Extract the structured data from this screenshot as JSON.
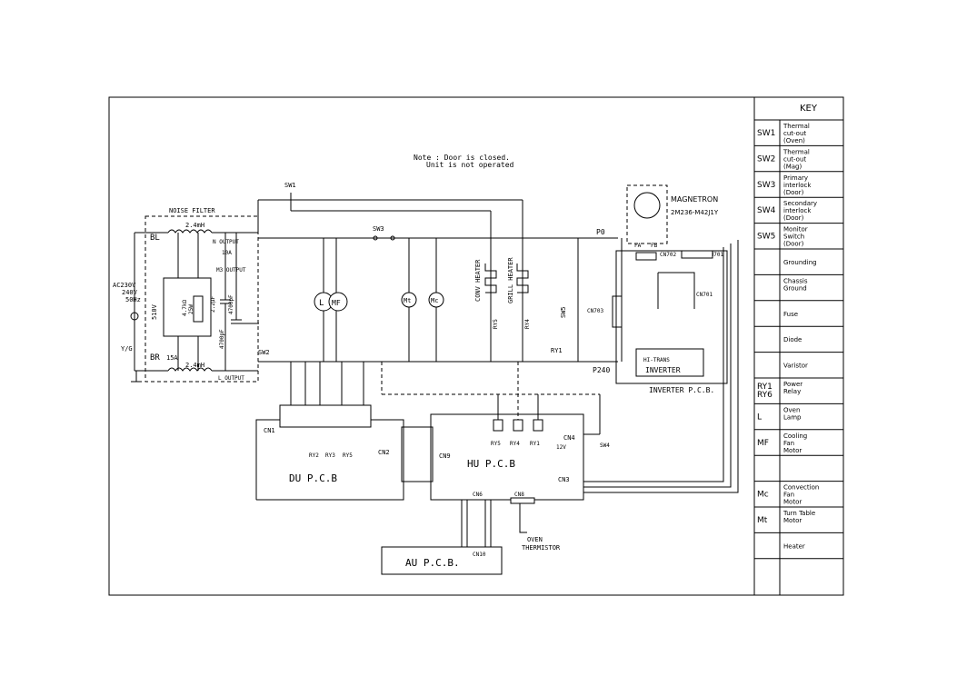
{
  "note": {
    "line1": "Note : Door is closed.",
    "line2": "Unit is not operated"
  },
  "labels": {
    "noise_filter": "NOISE FILTER",
    "l24_top": "2.4mH",
    "l24_bot": "2.4mH",
    "bl": "BL",
    "br": "BR",
    "fuse15": "15A",
    "n_output": "N OUTPUT",
    "fuse10": "10A",
    "m3_output": "M3 OUTPUT",
    "l_output": "L OUTPUT",
    "ac": "AC230V",
    "ac2": "240V",
    "ac3": "50Hz",
    "yg": "Y/G",
    "c510": "510V",
    "r47": "4.7kΩ",
    "r25": "25W",
    "c22": "2.2μF",
    "c4700": "4700pF",
    "c4700b": "4700pF",
    "sw1": "SW1",
    "sw2": "SW2",
    "sw3": "SW3",
    "sw5": "SW5",
    "p0": "P0",
    "p240": "P240",
    "conv_heater": "CONV HEATER",
    "grill_heater": "GRILL HEATER",
    "ry5": "RY5",
    "ry4": "RY4",
    "ry1": "RY1",
    "cn703": "CN703",
    "magnetron": "MAGNETRON",
    "mag_model": "2M236-M42J1Y",
    "fa": "FA",
    "fb": "FB",
    "cn702": "CN702",
    "cn701": "CN701",
    "cn701b": "CN701",
    "hv_inverter": "INVERTER",
    "hv_inverter_top": "HI-TRANS",
    "inverter_pcb": "INVERTER P.C.B.",
    "cn1": "CN1",
    "ry2": "RY2",
    "ry3": "RY3",
    "ry5b": "RY5",
    "du_pcb": "DU P.C.B",
    "cn2": "CN2",
    "cn9": "CN9",
    "hu_pcb": "HU P.C.B",
    "ry5c": "RY5",
    "ry4b": "RY4",
    "ry1b": "RY1",
    "cn4": "CN4",
    "v12": "12V",
    "cn3": "CN3",
    "sw4": "SW4",
    "cn6": "CN6",
    "cn8": "CN8",
    "oven_therm1": "OVEN",
    "oven_therm2": "THERMISTOR",
    "cn10": "CN10",
    "au_pcb": "AU P.C.B."
  },
  "key": {
    "title": "KEY",
    "rows": [
      {
        "sym": "SW1",
        "desc": [
          "Thermal",
          "cut-out",
          "(Oven)"
        ]
      },
      {
        "sym": "SW2",
        "desc": [
          "Thermal",
          "cut-out",
          "(Mag)"
        ]
      },
      {
        "sym": "SW3",
        "desc": [
          "Primary",
          "interlock",
          "(Door)"
        ]
      },
      {
        "sym": "SW4",
        "desc": [
          "Secondary",
          "interlock",
          "(Door)"
        ]
      },
      {
        "sym": "SW5",
        "desc": [
          "Monitor",
          "Switch",
          "(Door)"
        ]
      },
      {
        "sym": "",
        "desc": [
          "Grounding"
        ]
      },
      {
        "sym": "",
        "desc": [
          "Chassis",
          "Ground"
        ]
      },
      {
        "sym": "",
        "desc": [
          "Fuse"
        ]
      },
      {
        "sym": "",
        "desc": [
          "Diode"
        ]
      },
      {
        "sym": "",
        "desc": [
          "Varistor"
        ]
      },
      {
        "sym": "RY1\nRY6",
        "desc": [
          "Power",
          "Relay"
        ]
      },
      {
        "sym": "L",
        "desc": [
          "Oven",
          "Lamp"
        ]
      },
      {
        "sym": "MF",
        "desc": [
          "Cooling",
          "Fan",
          "Motor"
        ]
      },
      {
        "sym": "",
        "desc": []
      },
      {
        "sym": "Mc",
        "desc": [
          "Convection",
          "Fan",
          "Motor"
        ]
      },
      {
        "sym": "Mt",
        "desc": [
          "Turn Table",
          "Motor"
        ]
      },
      {
        "sym": "",
        "desc": [
          "Heater"
        ]
      },
      {
        "sym": "",
        "desc": []
      }
    ]
  }
}
